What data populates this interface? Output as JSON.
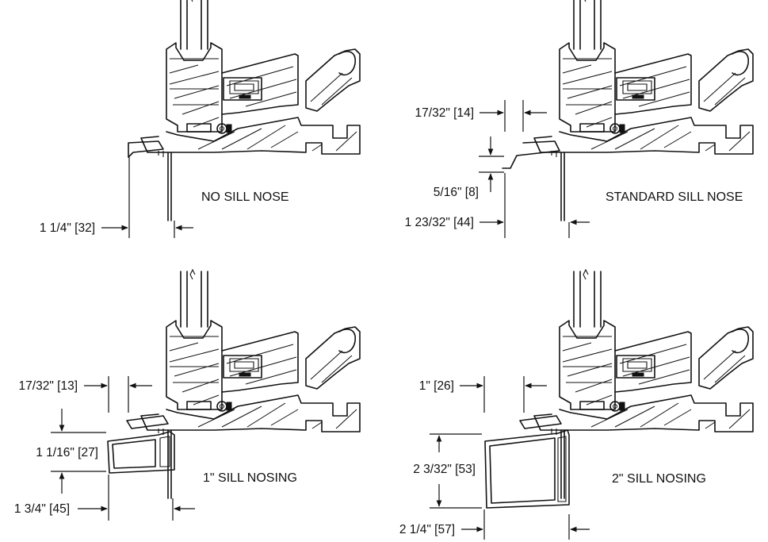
{
  "header": {
    "title_fragment": ""
  },
  "panels": {
    "top_left": {
      "caption": "NO SILL NOSE",
      "dims": {
        "width": "1 1/4\" [32]"
      }
    },
    "top_right": {
      "caption": "STANDARD SILL NOSE",
      "dims": {
        "projection": "17/32\" [14]",
        "height": "5/16\" [8]",
        "width": "1 23/32\" [44]"
      }
    },
    "bottom_left": {
      "caption": "1\" SILL NOSING",
      "dims": {
        "projection": "17/32\" [13]",
        "height": "1 1/16\" [27]",
        "width": "1 3/4\" [45]"
      }
    },
    "bottom_right": {
      "caption": "2\" SILL NOSING",
      "dims": {
        "projection": "1\" [26]",
        "height": "2 3/32\" [53]",
        "width": "2 1/4\" [57]"
      }
    }
  }
}
